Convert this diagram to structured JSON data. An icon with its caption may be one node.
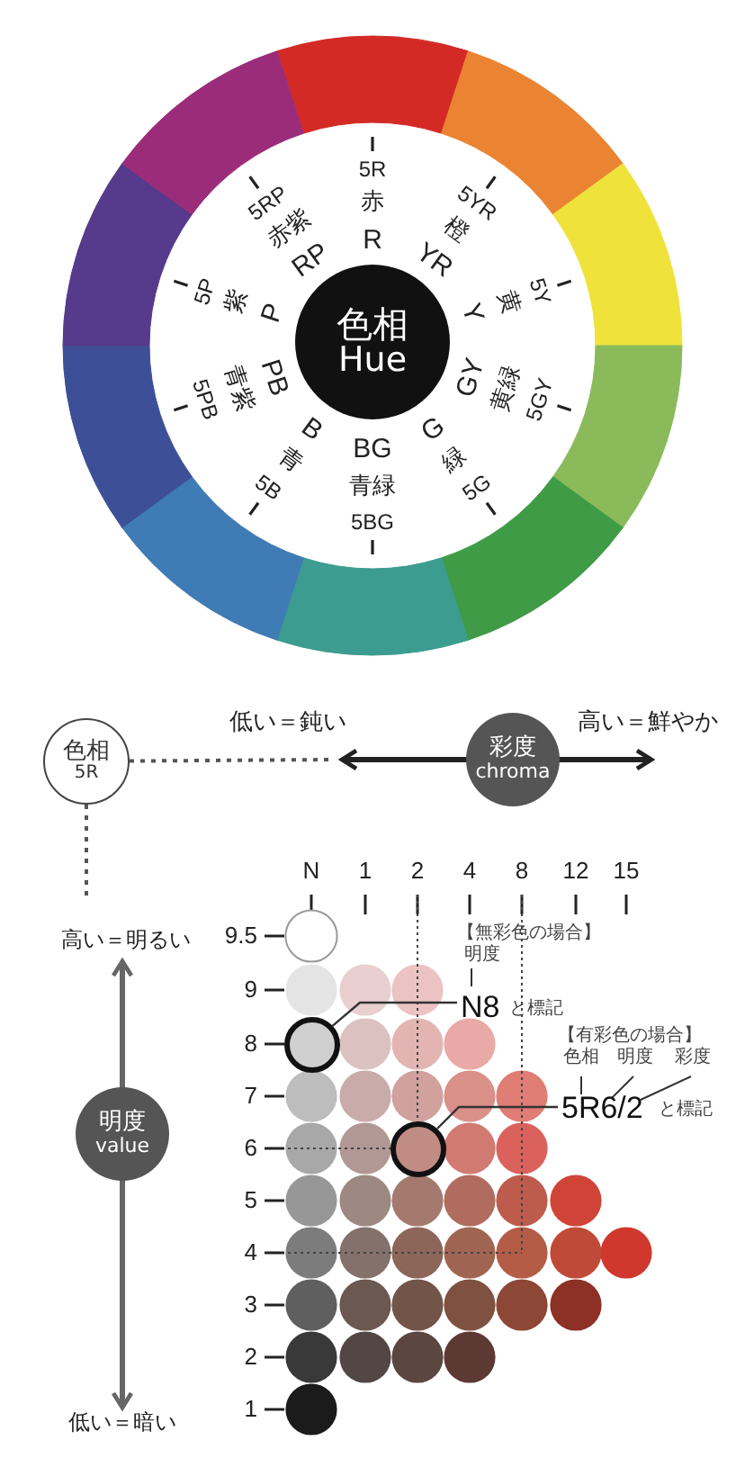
{
  "diagram": {
    "nodes": [
      {
        "text": [
          "色相",
          "Hue"
        ]
      },
      {
        "text": [
          "色相",
          "5R"
        ]
      },
      {
        "text": [
          "彩度",
          "chroma"
        ]
      },
      {
        "text": [
          "【無彩色の場合】",
          "明度",
          "N8",
          "と標記"
        ]
      },
      {
        "text": [
          "【有彩色の場合】",
          "色相",
          "明度",
          "彩度",
          "5R6/2",
          "と標記"
        ]
      },
      {
        "text": [
          "明度",
          "value"
        ]
      },
      {
        "text": [],
        "shape": "circle"
      },
      {
        "text": [],
        "shape": "circle"
      }
    ],
    "edges": [
      {
        "from": 1,
        "to": null,
        "arrow": "none",
        "style": "dashed"
      },
      {
        "from": 1,
        "to": null,
        "arrow": "none",
        "style": "dashed"
      },
      {
        "from": 3,
        "to": 6,
        "arrow": "none"
      },
      {
        "from": 4,
        "to": 7,
        "arrow": "none"
      }
    ],
    "labels": [
      "5R",
      "赤",
      "R",
      "5YR",
      "橙",
      "YR",
      "5Y",
      "黄",
      "Y",
      "GY",
      "黄緑",
      "5GY",
      "G",
      "緑",
      "5G",
      "BG",
      "青緑",
      "5BG",
      "B",
      "青",
      "5B",
      "5PB",
      "青紫",
      "PB",
      "5P",
      "紫",
      "P",
      "5RP",
      "赤紫",
      "RP",
      "低い＝鈍い",
      "高い＝鮮やか",
      "N",
      "1",
      "2",
      "4",
      "8",
      "12",
      "15",
      "高い＝明るい",
      "9.5",
      "9",
      "8",
      "7",
      "6",
      "5",
      "4",
      "3",
      "2",
      "1",
      "低い＝暗い"
    ]
  }
}
